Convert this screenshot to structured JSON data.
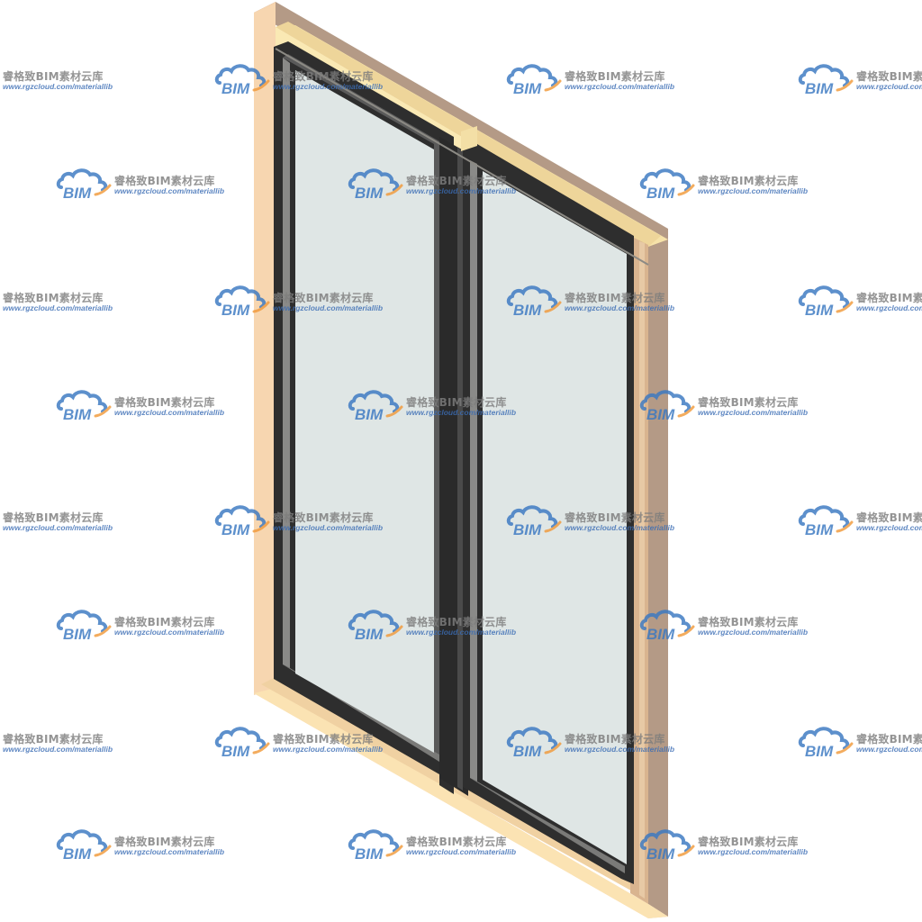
{
  "scene": {
    "subject": "double sliding window",
    "colors": {
      "frame_face": "#f6d3ad",
      "frame_side": "#b49a86",
      "frame_top": "#fae9b4",
      "frame_bottom": "#fbe3b3",
      "sash_dark": "#2e2e2e",
      "sash_mid": "#4a4a4a",
      "glass": "#dfe6e5",
      "track": "#a09f9b"
    }
  },
  "watermark": {
    "logo_text": "BIM",
    "title": "睿格致BIM素材云库",
    "url": "www.rgzcloud.com/materiallib",
    "logo_color": "#3a78c2",
    "accent_color": "#f19a3b",
    "title_color": "#7d7d7d"
  }
}
